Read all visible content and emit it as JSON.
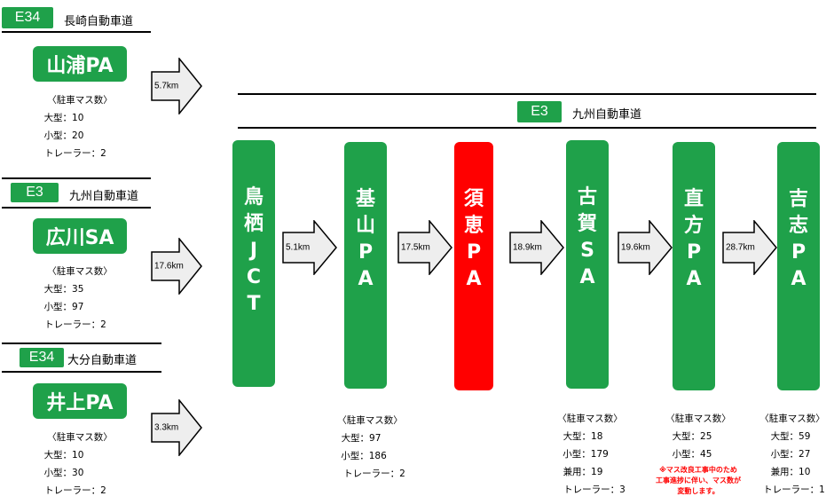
{
  "colors": {
    "green": "#1fa14a",
    "red": "#ff0000",
    "arrow_fill": "#eeeeee"
  },
  "left_routes": [
    {
      "tag": "E34",
      "name": "長崎自動車道",
      "pa": "山浦PA",
      "dist": "5.7km",
      "stats": [
        "〈駐車マス数〉",
        "大型：10",
        "小型：20",
        "トレーラー：2"
      ]
    },
    {
      "tag": "E3",
      "name": "九州自動車道",
      "pa": "広川SA",
      "dist": "17.6km",
      "stats": [
        "〈駐車マス数〉",
        "大型：35",
        "小型：97",
        "トレーラー：2"
      ]
    },
    {
      "tag": "E34",
      "name": "大分自動車道",
      "pa": "井上PA",
      "dist": "3.3km",
      "stats": [
        "〈駐車マス数〉",
        "大型：10",
        "小型：30",
        "トレーラー：2"
      ]
    }
  ],
  "main_route": {
    "tag": "E3",
    "name": "九州自動車道"
  },
  "stations": [
    {
      "chars": [
        "鳥",
        "栖",
        "J",
        "C",
        "T"
      ],
      "color": "green"
    },
    {
      "chars": [
        "基",
        "山",
        "P",
        "A"
      ],
      "color": "green"
    },
    {
      "chars": [
        "須",
        "恵",
        "P",
        "A"
      ],
      "color": "red"
    },
    {
      "chars": [
        "古",
        "賀",
        "S",
        "A"
      ],
      "color": "green"
    },
    {
      "chars": [
        "直",
        "方",
        "P",
        "A"
      ],
      "color": "green"
    },
    {
      "chars": [
        "吉",
        "志",
        "P",
        "A"
      ],
      "color": "green"
    }
  ],
  "distances": [
    "5.1km",
    "17.5km",
    "18.9km",
    "19.6km",
    "28.7km"
  ],
  "station_stats": {
    "kiyama": [
      "〈駐車マス数〉",
      "大型：97",
      "小型：186",
      "トレーラー：2"
    ],
    "koga": [
      "〈駐車マス数〉",
      "大型：18",
      "小型：179",
      "兼用：19",
      "トレーラー：3"
    ],
    "nogata": [
      "〈駐車マス数〉",
      "大型：25",
      "小型：45"
    ],
    "yoshi": [
      "〈駐車マス数〉",
      "大型：59",
      "小型：27",
      "兼用：10",
      "トレーラー：1"
    ]
  },
  "nogata_note": [
    "※マス改良工事中のため",
    "工事進捗に伴い、マス数が",
    "変動します。"
  ]
}
